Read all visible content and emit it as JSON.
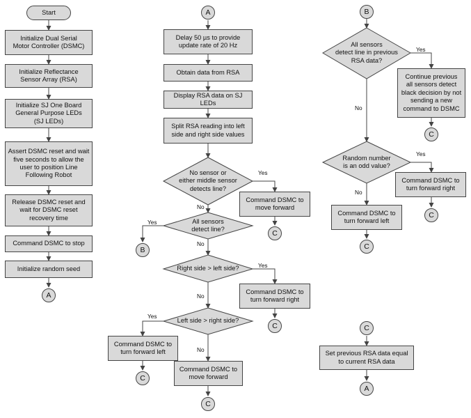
{
  "nodes": {
    "start": "Start",
    "init_dsmc": "Initialize Dual Serial\nMotor Controller (DSMC)",
    "init_rsa": "Initialize Reflectance\nSensor Array (RSA)",
    "init_leds": "Initialize SJ One Board\nGeneral Purpose LEDs\n(SJ LEDs)",
    "assert_reset": "Assert DSMC reset and wait\nfive seconds to allow the\nuser to position Line\nFollowing Robot",
    "release_reset": "Release DSMC reset and\nwait for DSMC reset\nrecovery time",
    "cmd_stop": "Command DSMC to stop",
    "init_seed": "Initialize random seed",
    "delay": "Delay 50 µs to provide\nupdate rate of 20 Hz",
    "obtain": "Obtain data from RSA",
    "display": "Display RSA data on SJ LEDs",
    "split": "Split RSA reading into left\nside and right side values",
    "d_nosensor": "No sensor or\neither middle sensor\ndetects line?",
    "fwd1": "Command DSMC to\nmove forward",
    "d_allsensors": "All sensors\ndetect line?",
    "d_right_gt": "Right side > left side?",
    "right1": "Command DSMC to\nturn forward right",
    "d_left_gt": "Left side > right side?",
    "left1": "Command DSMC to\nturn forward left",
    "fwd2": "Command DSMC to\nmove forward",
    "d_prev_all": "All sensors\ndetect line in previous\nRSA data?",
    "continue_prev": "Continue previous\nall sensors detect\nblack decision by not\nsending a new\ncommand to DSMC",
    "d_random": "Random number\nis an odd value?",
    "right2": "Command DSMC to\nturn forward right",
    "left2": "Command DSMC to\nturn forward left",
    "set_prev": "Set previous RSA data equal\nto current RSA data"
  },
  "connectors": {
    "A": "A",
    "B": "B",
    "C": "C"
  },
  "labels": {
    "yes": "Yes",
    "no": "No"
  },
  "colors": {
    "box_fill": "#d9d9d9",
    "stroke": "#444444",
    "text": "#111111"
  }
}
